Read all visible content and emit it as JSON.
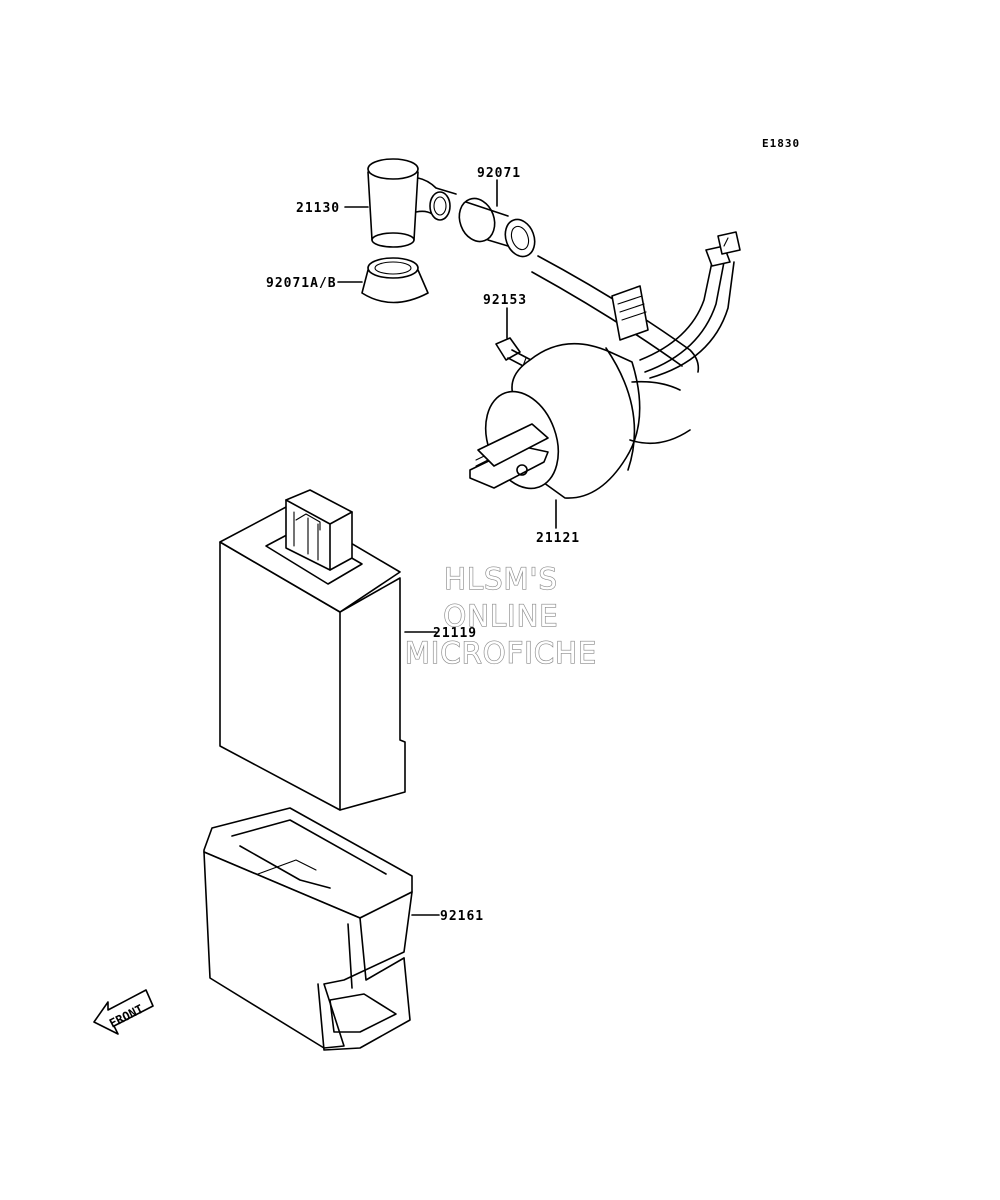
{
  "diagram_code": "E1830",
  "watermark": {
    "line1": "HLSM'S",
    "line2": "ONLINE",
    "line3": "MICROFICHE"
  },
  "front_label": "FRONT",
  "parts": [
    {
      "id": "cap",
      "number": "21130"
    },
    {
      "id": "seal",
      "number": "92071A/B"
    },
    {
      "id": "grommet",
      "number": "92071"
    },
    {
      "id": "bolt",
      "number": "92153"
    },
    {
      "id": "coil",
      "number": "21121"
    },
    {
      "id": "cdi",
      "number": "21119"
    },
    {
      "id": "bracket",
      "number": "92161"
    }
  ]
}
